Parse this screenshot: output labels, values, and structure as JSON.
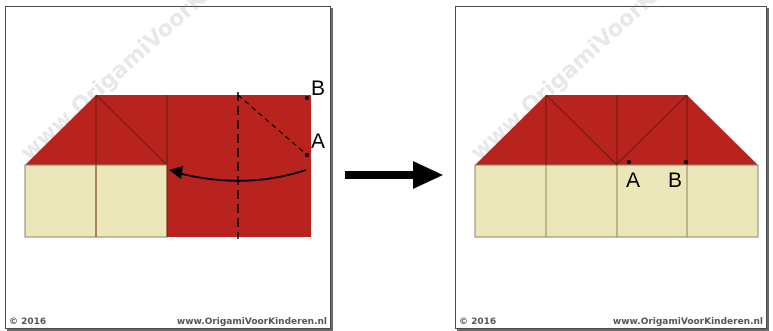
{
  "colors": {
    "red": "#b9231e",
    "cream": "#ece7b8",
    "crease": "#6b1a15",
    "line": "#8a8466",
    "arrow": "#000000"
  },
  "left_panel": {
    "label_b": "B",
    "label_a": "A",
    "watermark": "www.OrigamiVoorKinderen.nl",
    "copyright": "© 2016",
    "credit": "www.OrigamiVoorKinderen.nl"
  },
  "right_panel": {
    "label_a": "A",
    "label_b": "B",
    "watermark": "www.OrigamiVoorKinderen.nl",
    "copyright": "© 2016",
    "credit": "www.OrigamiVoorKinderen.nl"
  },
  "icons": {
    "step_arrow": "right-arrow-icon",
    "fold_arrow": "curved-arrow-icon"
  }
}
